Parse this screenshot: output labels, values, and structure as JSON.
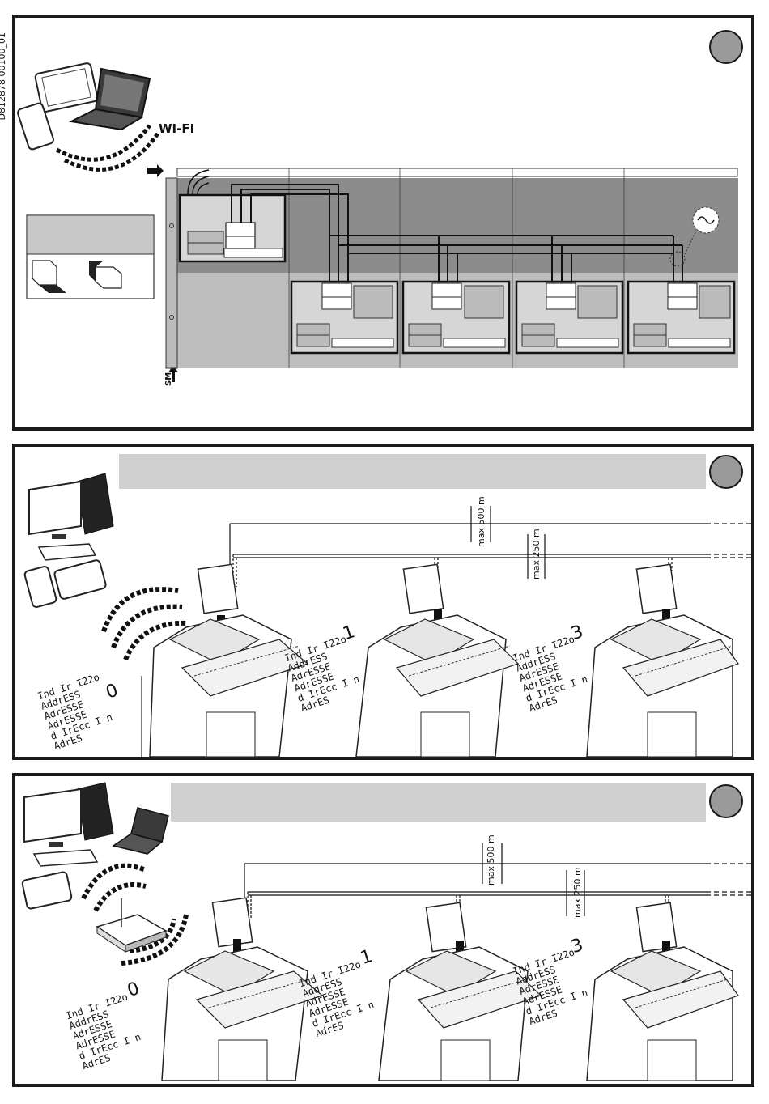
{
  "document": {
    "code": "D812878 00100_01"
  },
  "panel1": {
    "wifi_label": "WI-FI",
    "sm_label": "SM"
  },
  "panel2": {
    "distance_long": "max 500 m",
    "distance_short": "max 250 m",
    "address_labels": [
      {
        "lines": [
          "Ind Ir I22o",
          "AddrESS",
          "AdrESSE",
          "AdrESSE",
          "d IrEcc I n",
          "AdrES"
        ],
        "value": "0"
      },
      {
        "lines": [
          "Ind Ir I22o",
          "AddrESS",
          "AdrESSE",
          "AdrESSE",
          "d IrEcc I n",
          "AdrES"
        ],
        "value": "1"
      },
      {
        "lines": [
          "Ind Ir I22o",
          "AddrESS",
          "AdrESSE",
          "AdrESSE",
          "d IrEcc I n",
          "AdrES"
        ],
        "value": "3"
      }
    ]
  },
  "panel3": {
    "distance_long": "max 500 m",
    "distance_short": "max 250 m",
    "address_labels": [
      {
        "lines": [
          "Ind Ir I22o",
          "AddrESS",
          "AdrESSE",
          "AdrESSE",
          "d IrEcc I n",
          "AdrES"
        ],
        "value": "0"
      },
      {
        "lines": [
          "Ind Ir I22o",
          "AddrESS",
          "AdrESSE",
          "AdrESSE",
          "d IrEcc I n",
          "AdrES"
        ],
        "value": "1"
      },
      {
        "lines": [
          "Ind Ir I22o",
          "AddrESS",
          "AdrESSE",
          "AdrESSE",
          "d IrEcc I n",
          "AdrES"
        ],
        "value": "3"
      }
    ]
  },
  "colors": {
    "frame": "#1a1a1a",
    "header_gray": "#d0d0d0",
    "cabinet_dark": "#8c8c8c",
    "cabinet_light": "#bdbdbd",
    "badge": "#9a9a9a"
  }
}
